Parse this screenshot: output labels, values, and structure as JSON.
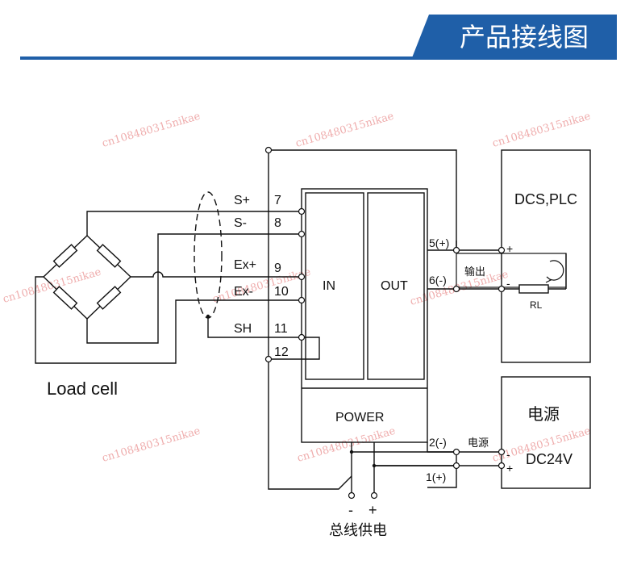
{
  "header": {
    "title": "产品接线图"
  },
  "watermark": "cn108480315nikae",
  "load_cell": {
    "label": "Load cell"
  },
  "terminals": {
    "in": [
      {
        "signal": "S+",
        "number": "7"
      },
      {
        "signal": "S-",
        "number": "8"
      },
      {
        "signal": "Ex+",
        "number": "9"
      },
      {
        "signal": "Ex-",
        "number": "10"
      },
      {
        "signal": "SH",
        "number": "11"
      },
      {
        "signal": "",
        "number": "12"
      }
    ],
    "out": [
      {
        "label": "5(+)"
      },
      {
        "label": "6(-)"
      }
    ],
    "power": [
      {
        "label": "2(-)"
      },
      {
        "label": "1(+)"
      }
    ]
  },
  "module": {
    "in_label": "IN",
    "out_label": "OUT",
    "power_label": "POWER"
  },
  "dcs": {
    "title": "DCS,PLC",
    "plus": "+",
    "minus": "-",
    "output_label": "输出",
    "resistor_label": "RL"
  },
  "psu": {
    "title": "电源",
    "voltage": "DC24V",
    "label": "电源",
    "plus": "+",
    "minus": "-"
  },
  "bus": {
    "minus": "-",
    "plus": "+",
    "label": "总线供电"
  }
}
